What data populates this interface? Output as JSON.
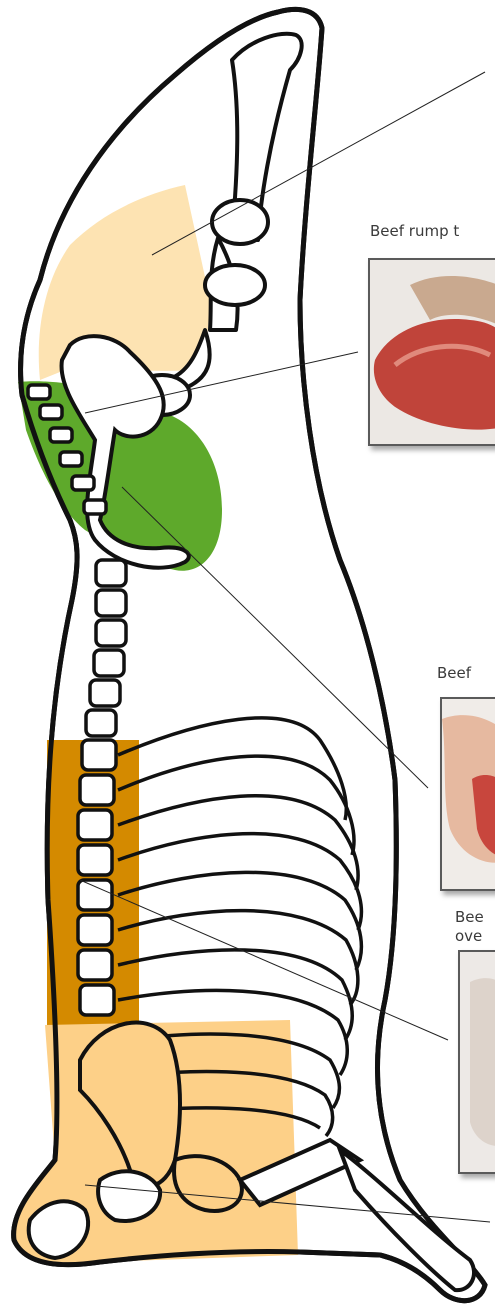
{
  "labels": {
    "rump": "Beef rump t",
    "beef_mid": "Beef",
    "beef_lower_1": "Bee",
    "beef_lower_2": "ove"
  },
  "colors": {
    "haunch": "#fde3b2",
    "rump": "#5ea92b",
    "chuck": "#d48a00",
    "brisket": "#fdd088",
    "outline": "#111111",
    "meat": "#c8463d"
  }
}
